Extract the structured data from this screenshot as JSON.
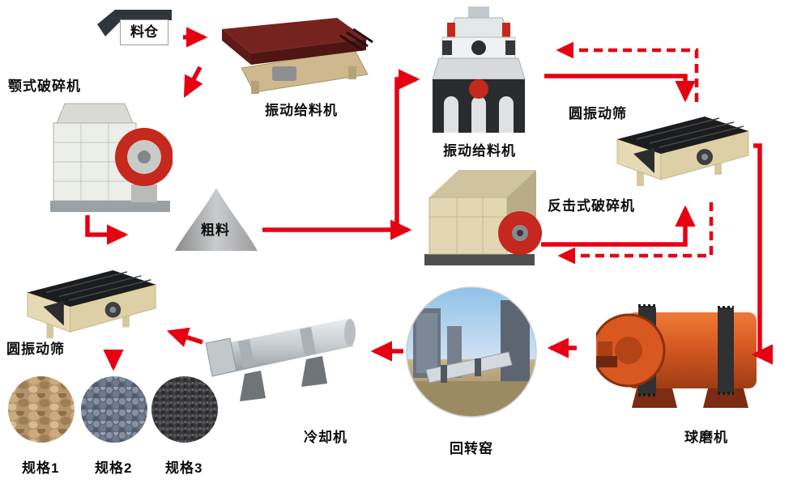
{
  "palette": {
    "arrow_color": "#e60012",
    "label_color": "#0d0d0d",
    "machine_red": "#c5281c",
    "screen_beige": "#e6dab4",
    "mill_orange": "#d55a22"
  },
  "nodes": {
    "silo": {
      "label": "料仓"
    },
    "feeder_top": {
      "label": "振动给料机"
    },
    "jaw_crusher": {
      "label": "颚式破碎机"
    },
    "coarse_material": {
      "label": "粗料"
    },
    "cone_crusher": {
      "label": "振动给料机"
    },
    "screen_right": {
      "label": "圆振动筛"
    },
    "impact_crusher": {
      "label": "反击式破碎机"
    },
    "ball_mill": {
      "label": "球磨机"
    },
    "rotary_kiln": {
      "label": "回转窑"
    },
    "cooler": {
      "label": "冷却机"
    },
    "screen_left": {
      "label": "圆振动筛"
    },
    "product_1": {
      "label": "规格1"
    },
    "product_2": {
      "label": "规格2"
    },
    "product_3": {
      "label": "规格3"
    }
  }
}
